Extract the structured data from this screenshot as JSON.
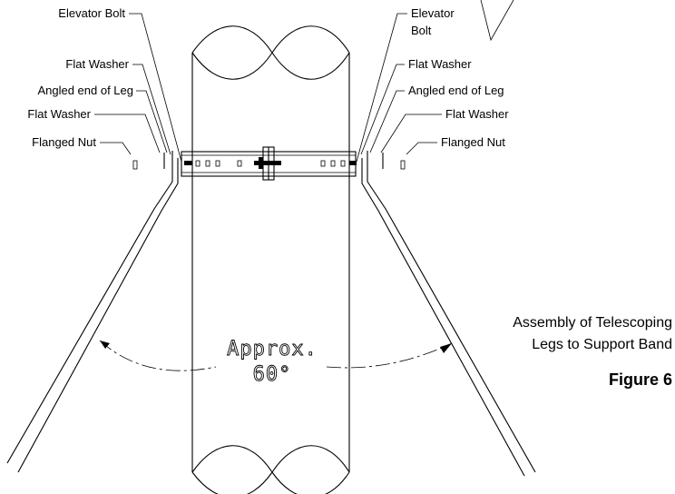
{
  "labels_left": {
    "elevator_bolt": "Elevator Bolt",
    "flat_washer_1": "Flat Washer",
    "angled_end": "Angled end of Leg",
    "flat_washer_2": "Flat Washer",
    "flanged_nut": "Flanged Nut"
  },
  "labels_right": {
    "elevator_line1": "Elevator",
    "elevator_line2": "Bolt",
    "flat_washer_1": "Flat Washer",
    "angled_end": "Angled end of Leg",
    "flat_washer_2": "Flat Washer",
    "flanged_nut": "Flanged Nut"
  },
  "angle": {
    "line1": "Approx.",
    "line2": "60°"
  },
  "caption": {
    "line1": "Assembly of Telescoping",
    "line2": "Legs to Support Band"
  },
  "figure_label": "Figure 6"
}
